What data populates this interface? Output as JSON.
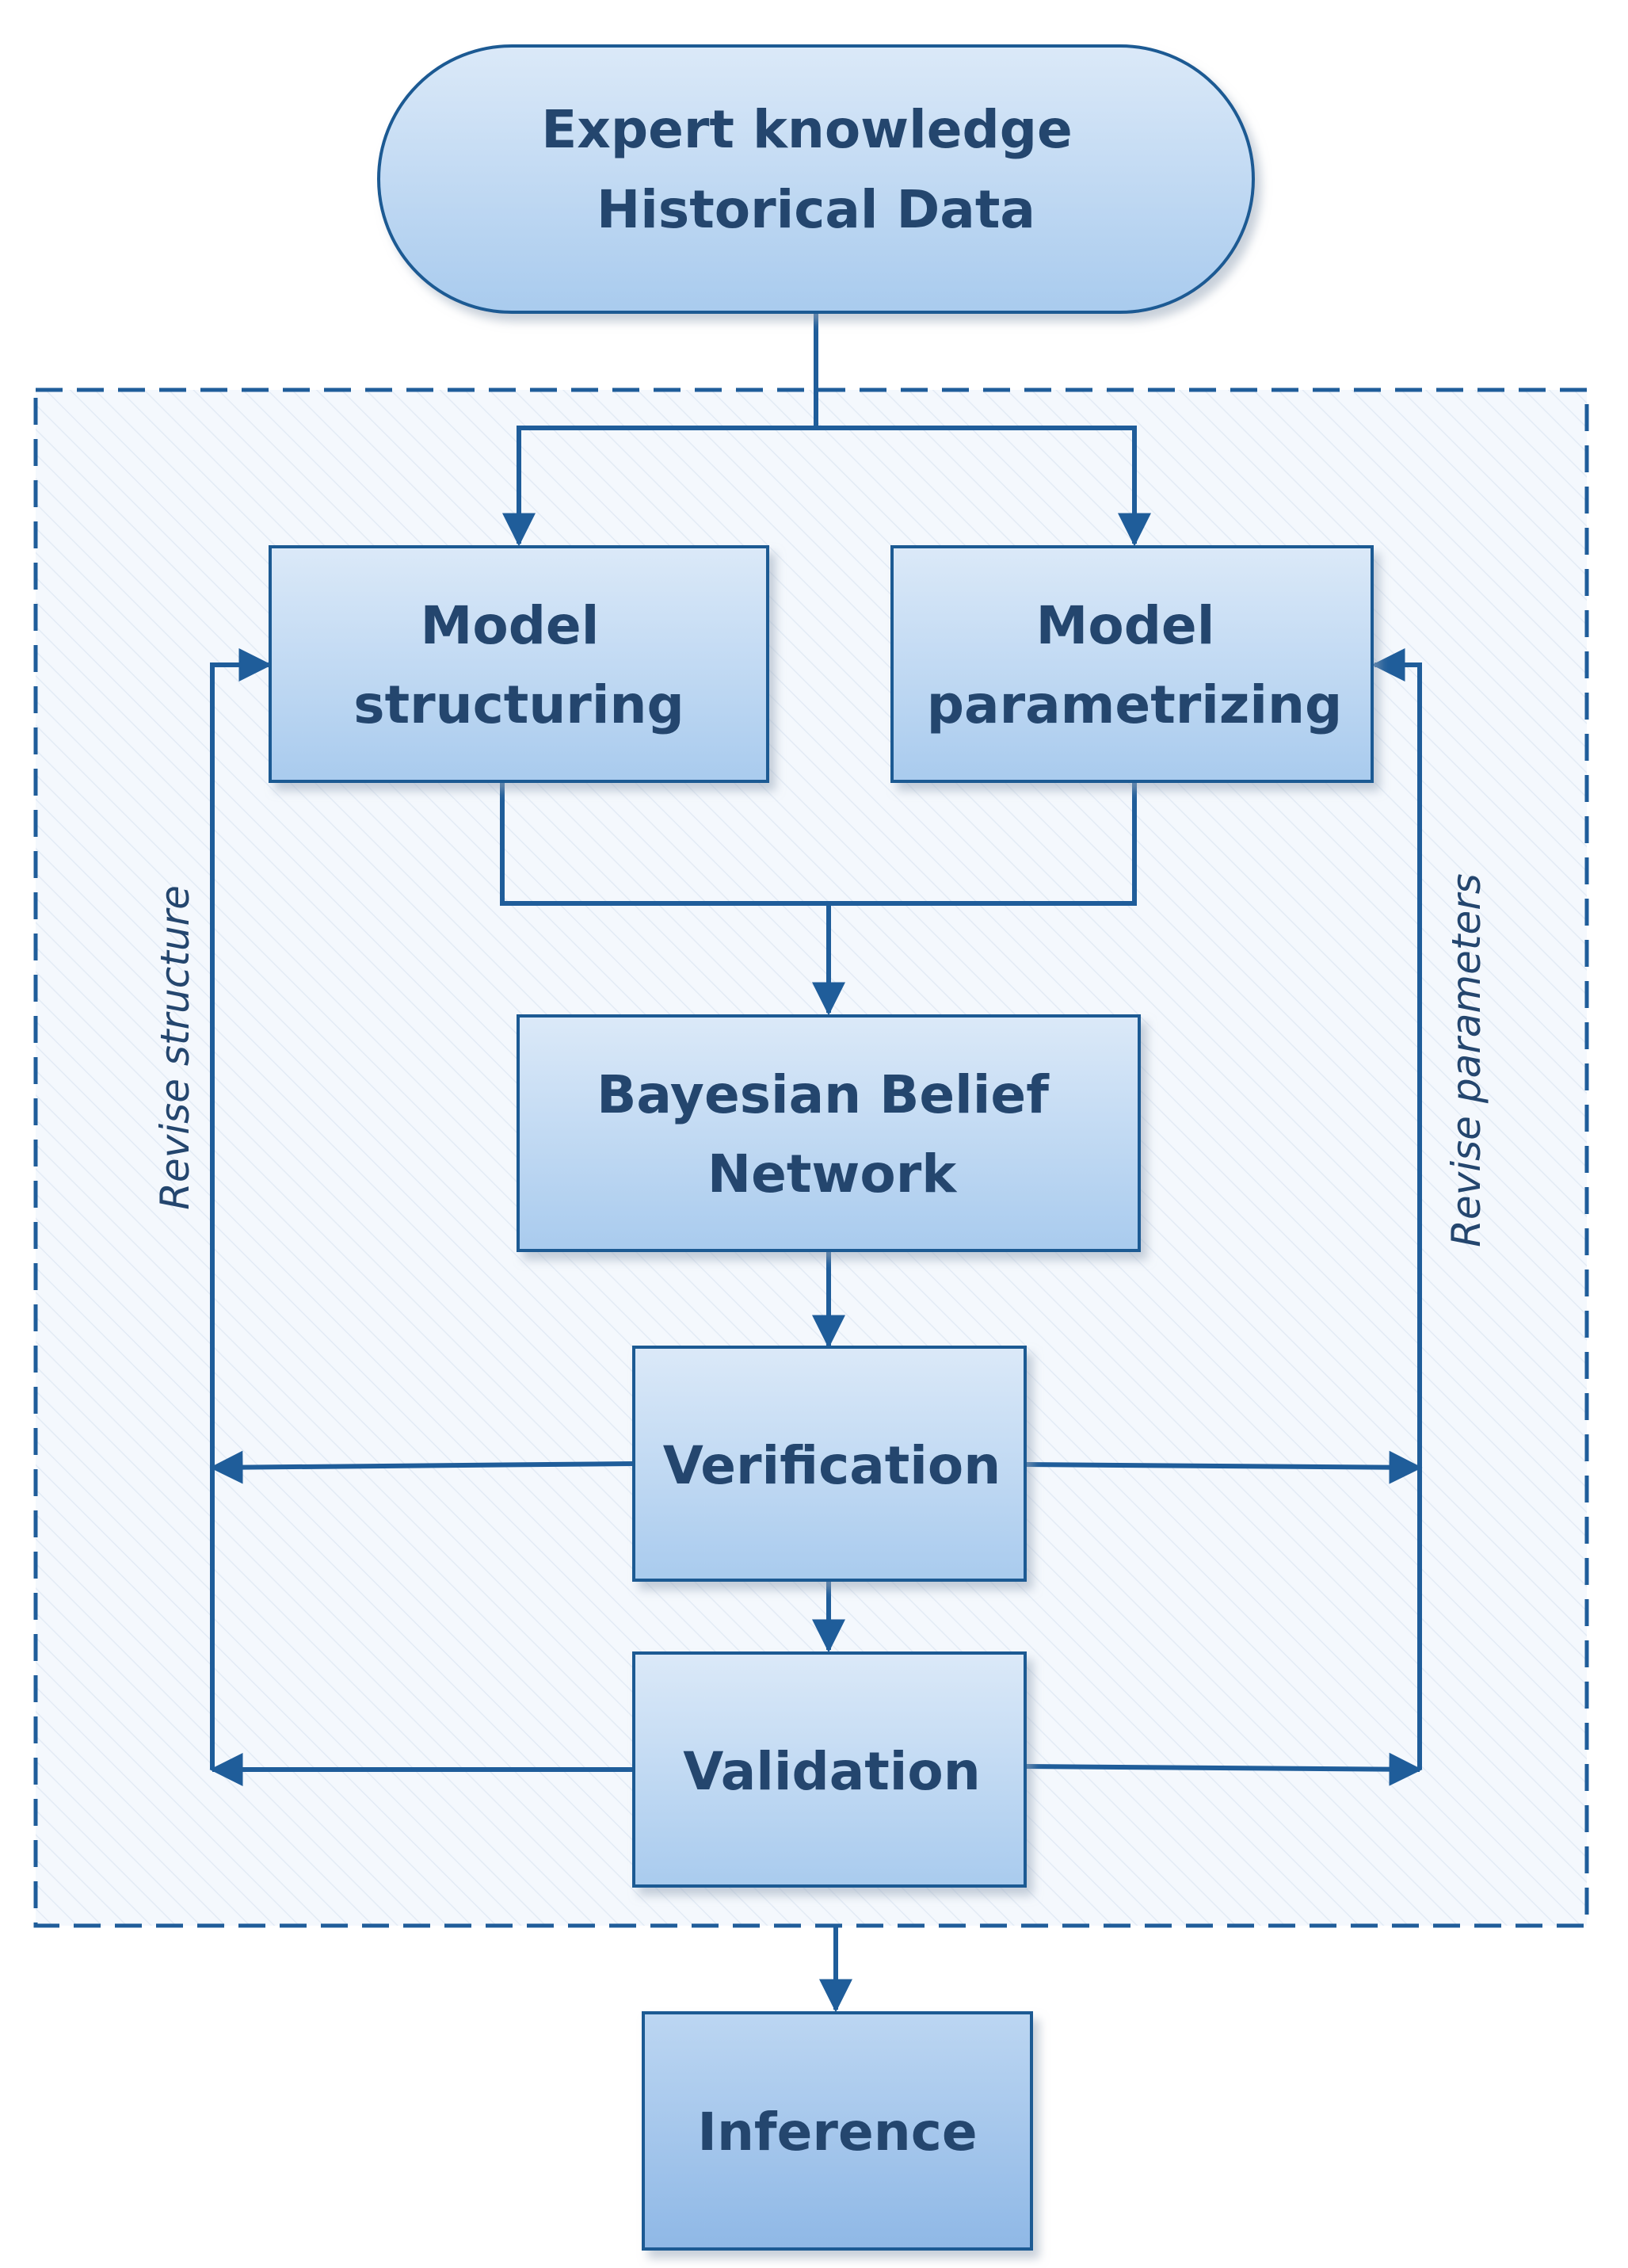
{
  "nodes": {
    "start": {
      "lines": [
        "Expert knowledge",
        "Historical Data"
      ]
    },
    "structuring": {
      "lines": [
        "Model",
        "structuring"
      ]
    },
    "parametrizing": {
      "lines": [
        "Model",
        "parametrizing"
      ]
    },
    "bbn": {
      "lines": [
        "Bayesian Belief",
        "Network"
      ]
    },
    "verification": {
      "lines": [
        "Verification"
      ]
    },
    "validation": {
      "lines": [
        "Validation"
      ]
    },
    "inference": {
      "lines": [
        "Inference"
      ]
    }
  },
  "side_labels": {
    "left": "Revise structure",
    "right": "Revise parameters"
  },
  "colors": {
    "line": "#1f5d9a",
    "text": "#24466e",
    "box_top": "#dbe9f8",
    "box_bottom": "#a9cbee",
    "inference_top": "#bcd6f2",
    "inference_bottom": "#8fb8e6",
    "frame_bg": "#f4f8fd"
  }
}
